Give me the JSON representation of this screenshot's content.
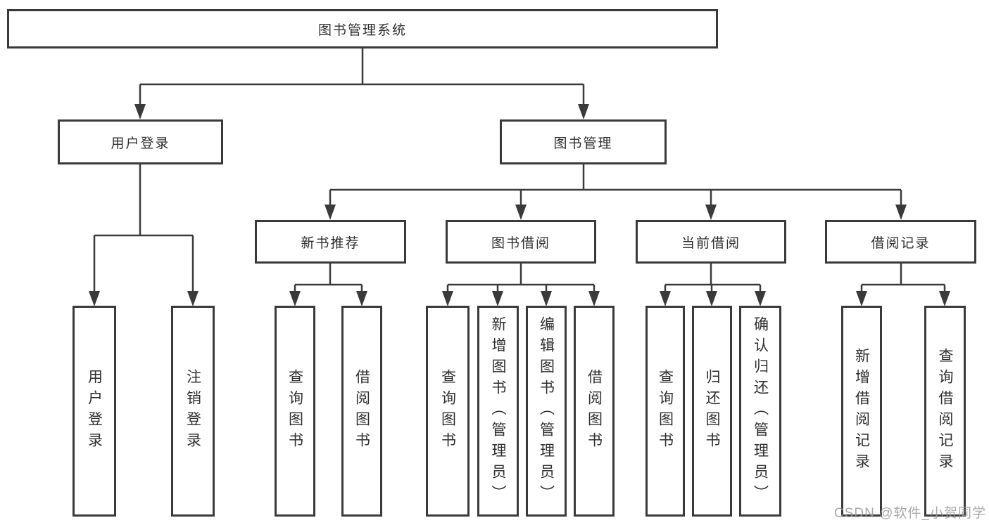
{
  "title": {
    "label": "图书管理系统"
  },
  "level2": [
    {
      "label": "用户登录"
    },
    {
      "label": "图书管理"
    }
  ],
  "level3": [
    {
      "label": "新书推荐"
    },
    {
      "label": "图书借阅"
    },
    {
      "label": "当前借阅"
    },
    {
      "label": "借阅记录"
    }
  ],
  "leaves": {
    "user_login": [
      {
        "label": "用户登录"
      },
      {
        "label": "注销登录"
      }
    ],
    "new_book": [
      {
        "label": "查询图书"
      },
      {
        "label": "借阅图书"
      }
    ],
    "book_borrow": [
      {
        "label": "查询图书"
      },
      {
        "label": "新增图书（管理员）"
      },
      {
        "label": "编辑图书（管理员）"
      },
      {
        "label": "借阅图书"
      }
    ],
    "current_borrow": [
      {
        "label": "查询图书"
      },
      {
        "label": "归还图书"
      },
      {
        "label": "确认归还（管理员）"
      }
    ],
    "borrow_record": [
      {
        "label": "新增借阅记录"
      },
      {
        "label": "查询借阅记录"
      }
    ]
  },
  "watermark": {
    "text": "CSDN @软件_小贺同学"
  },
  "colors": {
    "line": "#3a3a3a",
    "text": "#2f2f2f",
    "watermark": "#9b9b9b",
    "background": "#ffffff"
  }
}
